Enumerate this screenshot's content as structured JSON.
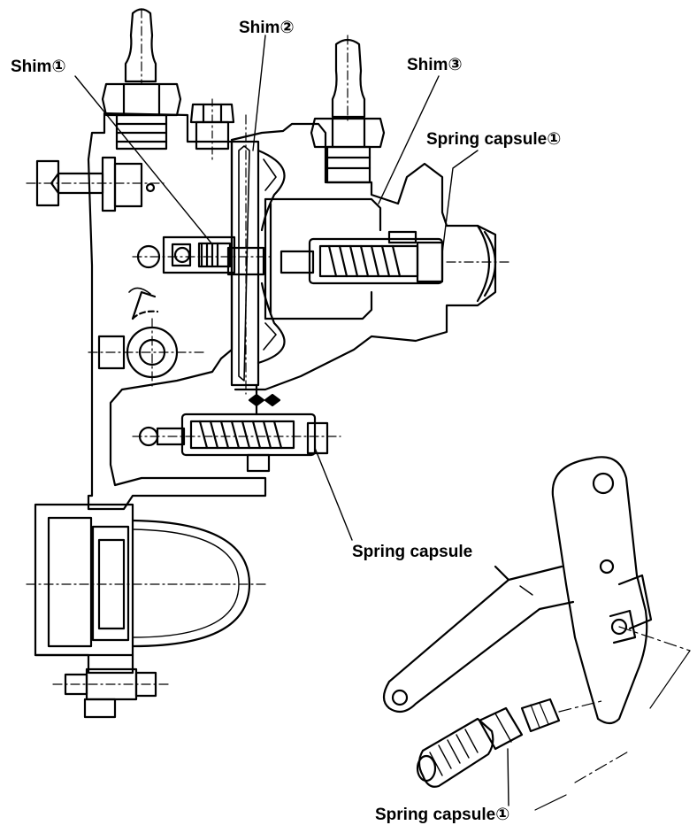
{
  "figure": {
    "callouts": {
      "shim_1": "Shim①",
      "shim_2": "Shim②",
      "shim_3": "Shim③",
      "spring_capsule_1_top": "Spring capsule①",
      "spring_capsule": "Spring capsule",
      "spring_capsule_1_bottom": "Spring capsule①"
    }
  },
  "colors": {
    "ink": "#000000",
    "paper": "#ffffff"
  }
}
